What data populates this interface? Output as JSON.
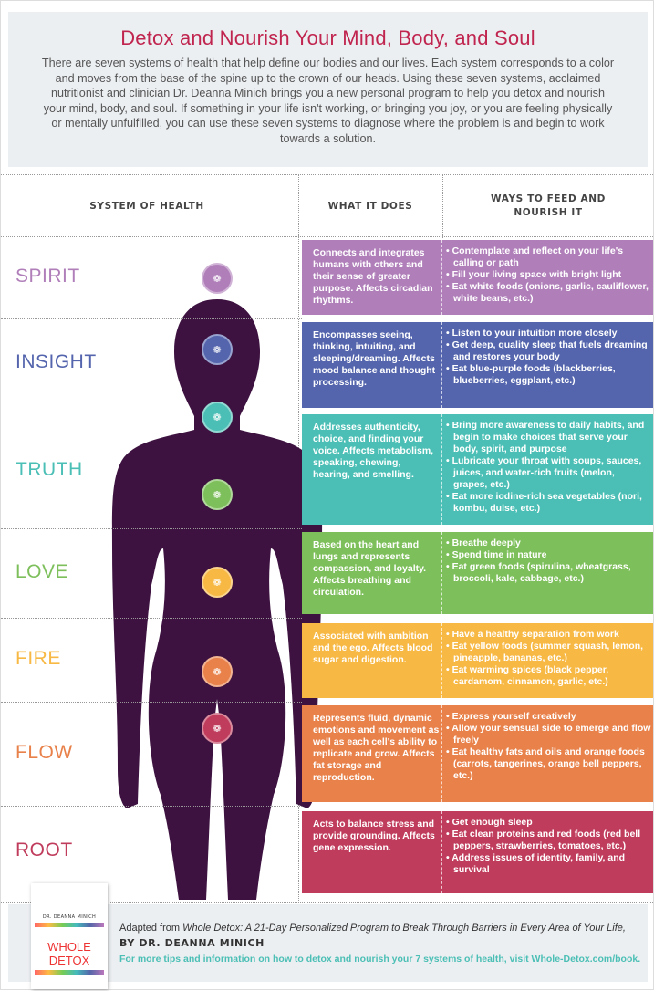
{
  "intro": {
    "title": "Detox and Nourish Your Mind, Body, and Soul",
    "body": "There are seven systems of health that help define our bodies and our lives. Each system corresponds to a color and moves from the base of the spine up to the crown of our heads. Using these seven systems, acclaimed nutritionist and clinician Dr. Deanna Minich brings you a new personal program to help you detox and nourish your mind, body, and soul. If something in your life isn't working, or bringing you joy, or you are feeling physically or mentally unfulfilled, you can use these seven systems to diagnose where the problem is and begin to work towards a solution."
  },
  "columns": {
    "system": "SYSTEM OF HEALTH",
    "what": "WHAT IT DOES",
    "ways": "WAYS TO FEED AND NOURISH IT"
  },
  "systems": [
    {
      "name": "SPIRIT",
      "color": "#b07fba",
      "what": "Connects and integrates humans with others and their sense of greater purpose. Affects circadian rhythms.",
      "ways": [
        "Contemplate and reflect on your life's calling or path",
        "Fill your living space with bright light",
        "Eat white foods (onions, garlic, cauliflower, white beans, etc.)"
      ]
    },
    {
      "name": "INSIGHT",
      "color": "#5465ad",
      "what": "Encompasses seeing, thinking, intuiting, and sleeping/dreaming. Affects mood balance and thought processing.",
      "ways": [
        "Listen to your intuition more closely",
        "Get deep, quality sleep that fuels dreaming and restores your body",
        "Eat blue-purple foods (blackberries, blueberries, eggplant, etc.)"
      ]
    },
    {
      "name": "TRUTH",
      "color": "#4bbfb5",
      "what": "Addresses authenticity, choice, and finding your voice. Affects metabolism, speaking, chewing, hearing, and smelling.",
      "ways": [
        "Bring more awareness to daily habits, and begin to make choices that serve your body, spirit, and purpose",
        "Lubricate your throat with soups, sauces, juices, and water-rich fruits (melon, grapes, etc.)",
        "Eat more iodine-rich sea vegetables (nori, kombu, dulse, etc.)"
      ]
    },
    {
      "name": "LOVE",
      "color": "#7dbf5a",
      "what": "Based on the heart and lungs and represents compassion, and loyalty. Affects breathing and circulation.",
      "ways": [
        "Breathe deeply",
        "Spend time in nature",
        "Eat green foods (spirulina, wheatgrass, broccoli, kale, cabbage, etc.)"
      ]
    },
    {
      "name": "FIRE",
      "color": "#f7b844",
      "what": "Associated with ambition and the ego. Affects blood sugar and digestion.",
      "ways": [
        "Have a healthy separation from work",
        "Eat yellow foods (summer squash, lemon, pineapple, bananas, etc.)",
        "Eat warming spices (black pepper, cardamom, cinnamon, garlic, etc.)"
      ]
    },
    {
      "name": "FLOW",
      "color": "#e8814a",
      "what": "Represents fluid, dynamic emotions and movement as well as each cell's ability to replicate and grow. Affects fat storage and reproduction.",
      "ways": [
        "Express yourself creatively",
        "Allow your sensual side to emerge and flow freely",
        "Eat healthy fats and oils and orange foods (carrots, tangerines, orange bell peppers, etc.)"
      ]
    },
    {
      "name": "ROOT",
      "color": "#c03c5c",
      "what": "Acts to balance stress and provide grounding. Affects gene expression.",
      "ways": [
        "Get enough sleep",
        "Eat clean proteins and red foods (red bell peppers, strawberries, tomatoes, etc.)",
        "Address issues of identity, family, and survival"
      ]
    }
  ],
  "footer": {
    "adapted_prefix": "Adapted from ",
    "book_title": "Whole Detox: A 21-Day Personalized Program to Break Through Barriers in Every Area of Your Life,",
    "author": "BY DR. DEANNA MINICH",
    "cta": "For more tips and information on how to detox and nourish your 7 systems of health, visit Whole-Detox.com/book."
  },
  "book_cover": {
    "author": "DR. DEANNA MINICH",
    "title": "WHOLE DETOX"
  }
}
